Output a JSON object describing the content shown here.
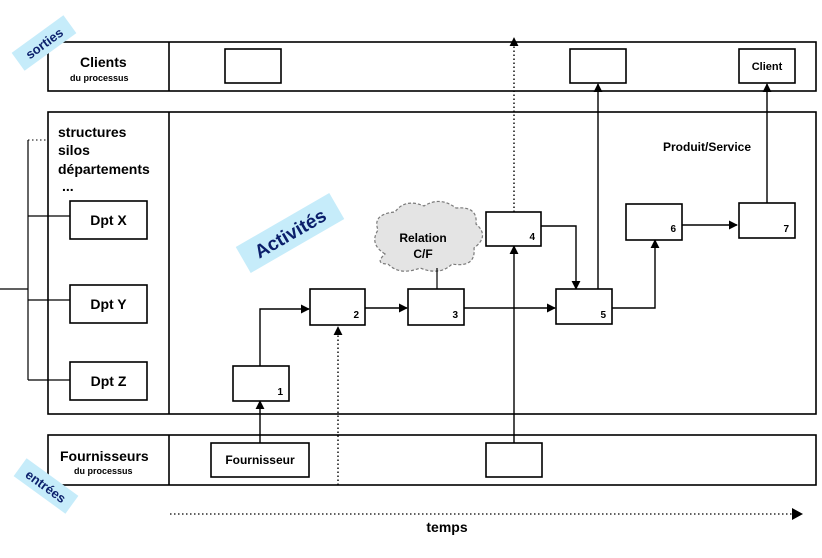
{
  "lanes": {
    "outputs_tag": "sorties",
    "inputs_tag": "entrées",
    "clients_title": "Clients",
    "clients_subtitle": "du processus",
    "structures_line1": "structures",
    "structures_line2": "silos",
    "structures_line3": "départements",
    "structures_line4": "...",
    "suppliers_title": "Fournisseurs",
    "suppliers_subtitle": "du processus",
    "activities_tag": "Activités"
  },
  "departments": [
    "Dpt X",
    "Dpt Y",
    "Dpt Z"
  ],
  "activities": [
    "1",
    "2",
    "3",
    "4",
    "5",
    "6",
    "7"
  ],
  "client_box": "Client",
  "supplier_box": "Fournisseur",
  "cloud_line1": "Relation",
  "cloud_line2": "C/F",
  "product_label": "Produit/Service",
  "time_label": "temps",
  "colors": {
    "tag_fill": "#c6ecfa",
    "tag_text": "#0b1f6b",
    "cloud_fill": "#e4e4e4"
  }
}
